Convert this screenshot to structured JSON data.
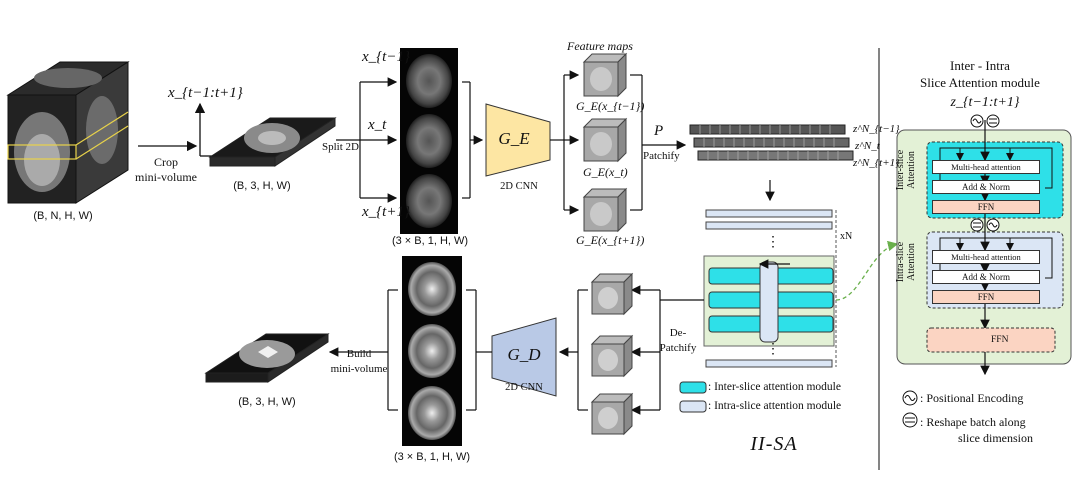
{
  "input": {
    "cube_label": "(B, N, H, W)",
    "crop_label_line1": "Crop",
    "crop_label_line2": "mini-volume",
    "x_range": "x_{t−1:t+1}",
    "mini_volume_label": "(B, 3, H, W)",
    "split_label": "Split 2D"
  },
  "slices": {
    "x_prev": "x_{t−1}",
    "x_curr": "x_t",
    "x_next": "x_{t+1}",
    "shape_label": "(3 × B, 1, H, W)"
  },
  "encoder": {
    "name": "G_E",
    "cnn_label": "2D CNN",
    "feature_maps_title": "Feature maps",
    "fm_prev": "G_E(x_{t−1})",
    "fm_curr": "G_E(x_t)",
    "fm_next": "G_E(x_{t+1})"
  },
  "patchify": {
    "symbol": "P",
    "label": "Patchify",
    "z_prev": "z^N_{t−1}",
    "z_curr": "z^N_t",
    "z_next": "z^N_{t+1}",
    "repeat": "xN",
    "ellipsis": "⋮"
  },
  "decoder": {
    "depatchify_line1": "De-",
    "depatchify_line2": "Patchify",
    "name": "G_D",
    "cnn_label": "2D CNN",
    "build_line1": "Build",
    "build_line2": "mini-volume",
    "output_shape": "(B, 3, H, W)",
    "slices_shape": "(3 × B, 1, H, W)"
  },
  "legend": {
    "inter": ": Inter-slice attention module",
    "intra": ": Intra-slice attention module",
    "title": "II-SA"
  },
  "module": {
    "title_line1": "Inter - Intra",
    "title_line2": "Slice Attention module",
    "z_input": "z_{t−1:t+1}",
    "inter_label_line1": "Inter-slice",
    "inter_label_line2": "Attention",
    "intra_label_line1": "Intra-slice",
    "intra_label_line2": "Attention",
    "mha": "Multi-head attention",
    "add_norm": "Add & Norm",
    "ffn": "FFN",
    "ffn_final": "FFN",
    "pos_enc_legend": ": Positional Encoding",
    "reshape_legend_line1": ": Reshape batch along",
    "reshape_legend_line2": "slice dimension",
    "pos_enc_icon": "positional-encoding-icon",
    "reshape_icon": "reshape-icon"
  },
  "colors": {
    "encoder": "#fde6a3",
    "decoder": "#b9c9e6",
    "inter": "#2ee0e8",
    "intra": "#dbe6f5",
    "ffn": "#fbd4c2",
    "module_bg": "#e3f1d6",
    "dashed_arrow": "#6ab04c"
  }
}
